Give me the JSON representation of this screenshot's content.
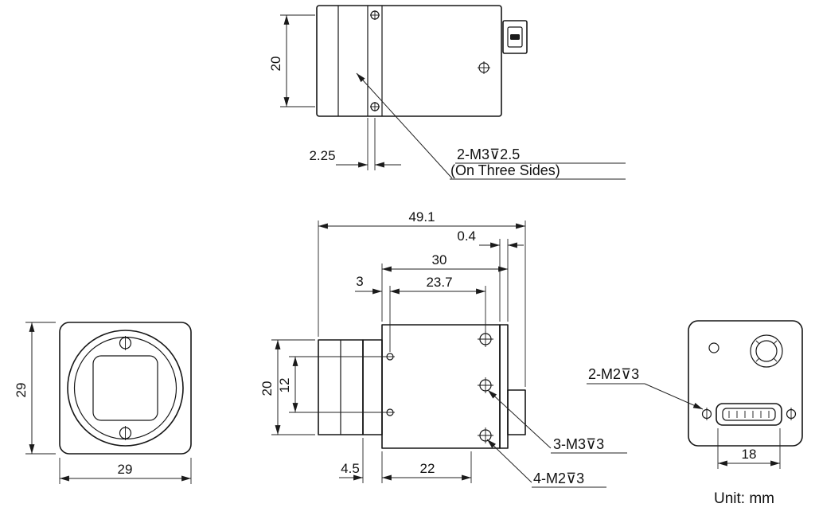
{
  "drawing": {
    "unit_note": "Unit: mm",
    "top_view": {
      "dim_screw_spacing": "20",
      "dim_screw_offset": "2.25",
      "callout_thread": "2-M3⊽2.5",
      "callout_note": "(On Three Sides)"
    },
    "front_view": {
      "dim_height": "29",
      "dim_width": "29"
    },
    "side_view": {
      "dim_total_length": "49.1",
      "dim_back_plate": "0.4",
      "dim_body_depth": "30",
      "dim_screw_span": "23.7",
      "dim_front_screw_offset": "3",
      "dim_lens_height": "20",
      "dim_screw_vertical_span": "12",
      "dim_flange": "4.5",
      "dim_bottom_span": "22",
      "callout_m3": "3-M3⊽3",
      "callout_m2": "4-M2⊽3"
    },
    "back_view": {
      "dim_connector_width": "18",
      "callout_m2": "2-M2⊽3"
    }
  }
}
